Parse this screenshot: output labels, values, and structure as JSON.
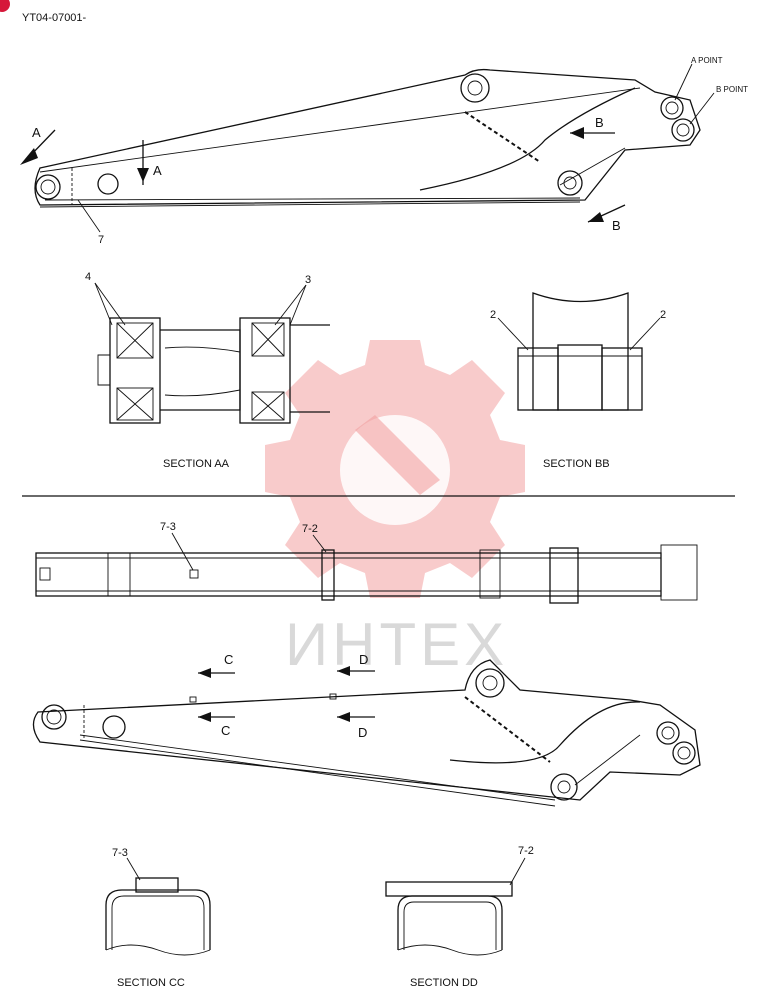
{
  "header": {
    "code": "YT04-07001-"
  },
  "watermark": {
    "text": "ИНТЕХ"
  },
  "top_view": {
    "label_a_left": "A",
    "label_a_mid": "A",
    "label_b_upper": "B",
    "label_b_lower": "B",
    "label_a_point": "A POINT",
    "label_b_point": "B POINT",
    "callout_7": "7"
  },
  "section_aa": {
    "title": "SECTION AA",
    "callout_4": "4",
    "callout_3": "3"
  },
  "section_bb": {
    "title": "SECTION BB",
    "callout_2_left": "2",
    "callout_2_right": "2"
  },
  "plan_view": {
    "callout_7_3": "7-3",
    "callout_7_2": "7-2"
  },
  "lower_view": {
    "label_c_upper": "C",
    "label_c_lower": "C",
    "label_d_upper": "D",
    "label_d_lower": "D"
  },
  "section_cc": {
    "title": "SECTION CC",
    "callout": "7-3"
  },
  "section_dd": {
    "title": "SECTION DD",
    "callout": "7-2"
  }
}
